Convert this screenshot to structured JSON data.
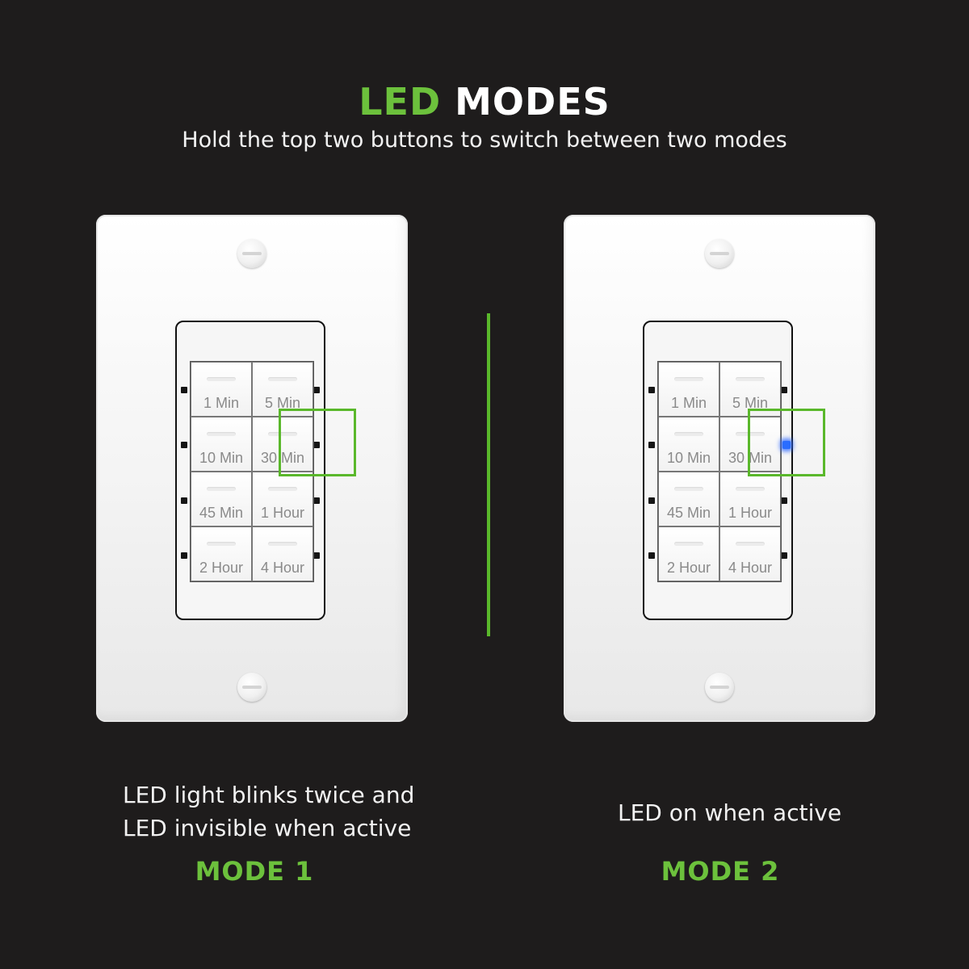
{
  "header": {
    "title_accent": "LED",
    "title_rest": "MODES",
    "subtitle": "Hold the top two buttons to switch between two modes"
  },
  "colors": {
    "background": "#1e1c1c",
    "accent_green": "#6cc13c",
    "led_blue": "#2a6dff"
  },
  "switches": [
    {
      "buttons": [
        "1 Min",
        "5 Min",
        "10 Min",
        "30 Min",
        "45 Min",
        "1 Hour",
        "2 Hour",
        "4 Hour"
      ],
      "highlighted_button": "30 Min",
      "led_lit": false
    },
    {
      "buttons": [
        "1 Min",
        "5 Min",
        "10 Min",
        "30 Min",
        "45 Min",
        "1 Hour",
        "2 Hour",
        "4 Hour"
      ],
      "highlighted_button": "30 Min",
      "led_lit": true
    }
  ],
  "modes": [
    {
      "label": "MODE 1",
      "description_line1": "LED light blinks twice and",
      "description_line2": "LED invisible when active"
    },
    {
      "label": "MODE 2",
      "description_line1": "LED on when active"
    }
  ]
}
